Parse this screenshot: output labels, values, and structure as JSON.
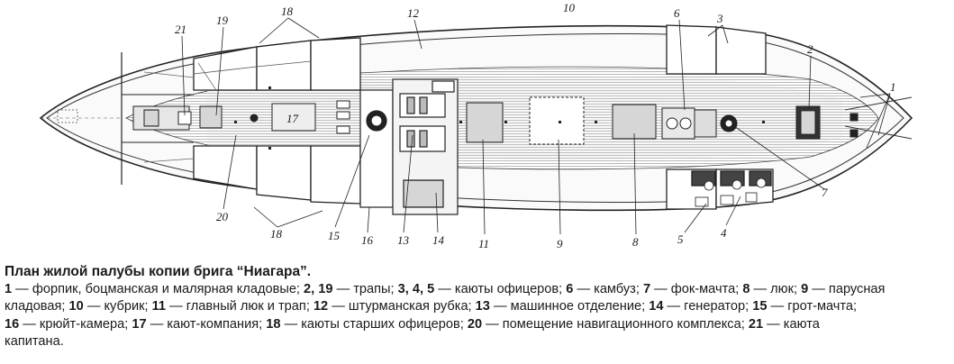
{
  "diagram": {
    "callouts": [
      "21",
      "19",
      "18",
      "12",
      "10",
      "6",
      "3",
      "2",
      "1",
      "17",
      "7",
      "20",
      "18",
      "15",
      "16",
      "13",
      "14",
      "11",
      "9",
      "8",
      "5",
      "4"
    ]
  },
  "caption": {
    "title": "План жилой палубы копии брига “Ниагара”.",
    "lines": [
      [
        {
          "b": "1"
        },
        {
          "t": " — форпик, боцманская и малярная кладовые; "
        },
        {
          "b": "2, 19"
        },
        {
          "t": " — трапы; "
        },
        {
          "b": "3, 4, 5"
        },
        {
          "t": " — каюты офицеров; "
        },
        {
          "b": "6"
        },
        {
          "t": " — камбуз; "
        },
        {
          "b": "7"
        },
        {
          "t": " — фок-мачта; "
        },
        {
          "b": "8"
        },
        {
          "t": " — люк; "
        },
        {
          "b": "9"
        },
        {
          "t": " — парусная"
        }
      ],
      [
        {
          "t": "кладовая; "
        },
        {
          "b": "10"
        },
        {
          "t": " — кубрик; "
        },
        {
          "b": "11"
        },
        {
          "t": " — главный люк и трап; "
        },
        {
          "b": "12"
        },
        {
          "t": " — штурманская рубка; "
        },
        {
          "b": "13"
        },
        {
          "t": " — машинное отделение; "
        },
        {
          "b": "14"
        },
        {
          "t": " — генератор; "
        },
        {
          "b": "15"
        },
        {
          "t": " — грот-мачта;"
        }
      ],
      [
        {
          "b": "16"
        },
        {
          "t": " — крюйт-камера; "
        },
        {
          "b": "17"
        },
        {
          "t": " — кают-компания; "
        },
        {
          "b": "18"
        },
        {
          "t": " — каюты старших офицеров; "
        },
        {
          "b": "20"
        },
        {
          "t": " — помещение навигационного комплекса; "
        },
        {
          "b": "21"
        },
        {
          "t": " — каюта"
        }
      ],
      [
        {
          "t": "капитана."
        }
      ]
    ]
  }
}
